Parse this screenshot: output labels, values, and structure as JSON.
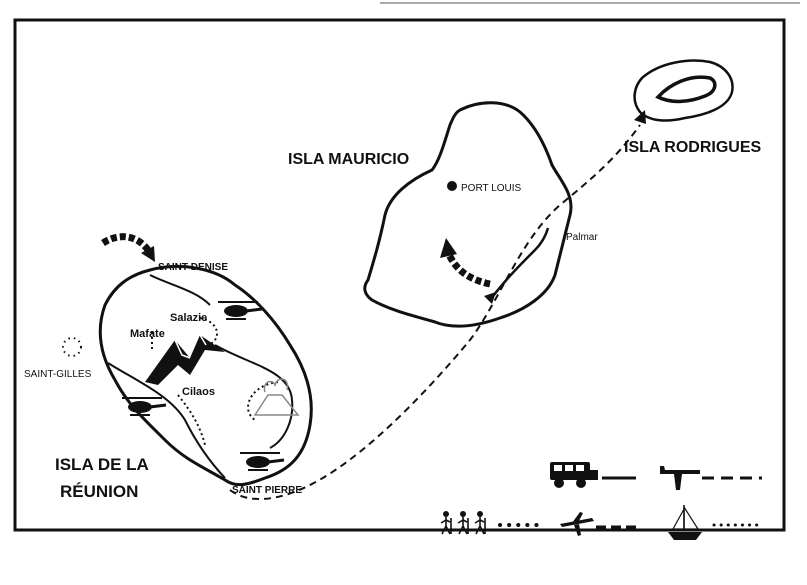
{
  "islands": {
    "reunion": {
      "name_line1": "ISLA DE LA",
      "name_line2": "RÉUNION",
      "places": {
        "north": "SAINT DENISE",
        "south": "SAINT PIERRE",
        "west": "SAINT-GILLES",
        "salazie": "Salazie",
        "mafate": "Mafate",
        "cilaos": "Cilaos"
      }
    },
    "mauricio": {
      "name": "ISLA MAURICIO",
      "capital": "PORT LOUIS",
      "palmar": "Palmar"
    },
    "rodrigues": {
      "name": "ISLA RODRIGUES"
    }
  },
  "legend": {
    "items": [
      {
        "icon": "jeep-icon",
        "line": "solid"
      },
      {
        "icon": "plane-icon",
        "line": "dashed"
      },
      {
        "icon": "hikers-icon",
        "line": "dots"
      },
      {
        "icon": "small-plane-icon",
        "line": "dashed-short"
      },
      {
        "icon": "sailboat-icon",
        "line": "dotted"
      }
    ]
  },
  "colors": {
    "ink": "#111111",
    "background": "#ffffff",
    "mountain_gray": "#888888"
  }
}
